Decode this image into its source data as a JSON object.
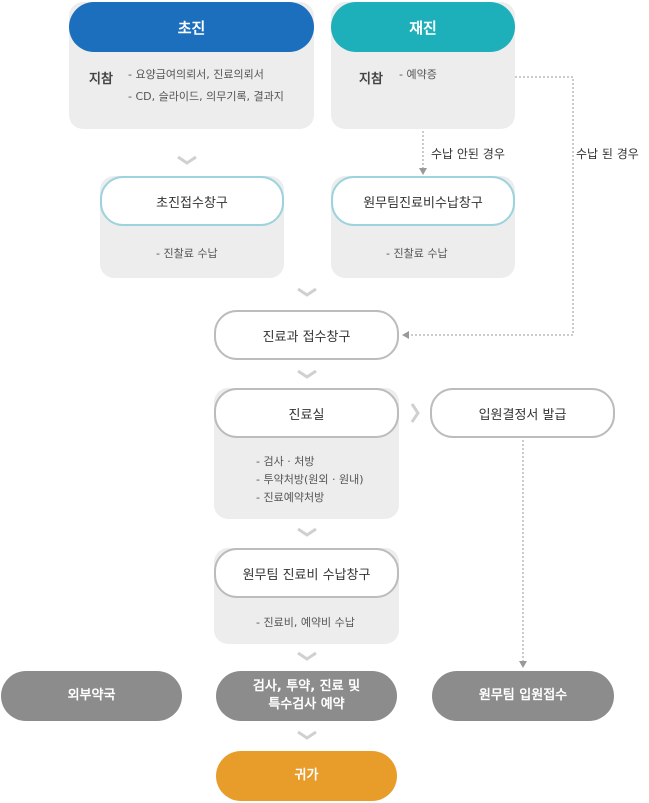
{
  "initial": {
    "title": "초진",
    "guide_label": "지참",
    "items": [
      "- 요양급여의뢰서, 진료의뢰서",
      "- CD, 슬라이드, 의무기록, 결과지"
    ]
  },
  "return": {
    "title": "재진",
    "guide_label": "지참",
    "items": [
      "- 예약증"
    ]
  },
  "notes": {
    "unpaid": "수납 안된 경우",
    "paid": "수납 된 경우"
  },
  "initial_reception": {
    "title": "초진접수창구",
    "detail": "- 진찰료 수납"
  },
  "onestop_payment": {
    "title": "원무팀진료비수납창구",
    "detail": "- 진찰료 수납"
  },
  "dept_reception": {
    "title": "진료과 접수창구"
  },
  "clinic": {
    "title": "진료실",
    "items": [
      "- 검사 · 처방",
      "- 투약처방(원외 · 원내)",
      "- 진료예약처방"
    ]
  },
  "admission_issue": {
    "title": "입원결정서 발급"
  },
  "payment_counter": {
    "title": "원무팀 진료비 수납창구",
    "detail": "- 진료비, 예약비 수납"
  },
  "external_pharmacy": {
    "title": "외부약국"
  },
  "exam_booking": {
    "line1": "검사, 투약, 진료 및",
    "line2": "특수검사 예약"
  },
  "admission_reception": {
    "title": "원무팀 입원접수"
  },
  "go_home": {
    "title": "귀가"
  },
  "colors": {
    "blue": "#1b6fbd",
    "teal": "#1eb0ba",
    "gray": "#8c8c8c",
    "orange": "#e89d2a",
    "panel": "#ededed"
  }
}
